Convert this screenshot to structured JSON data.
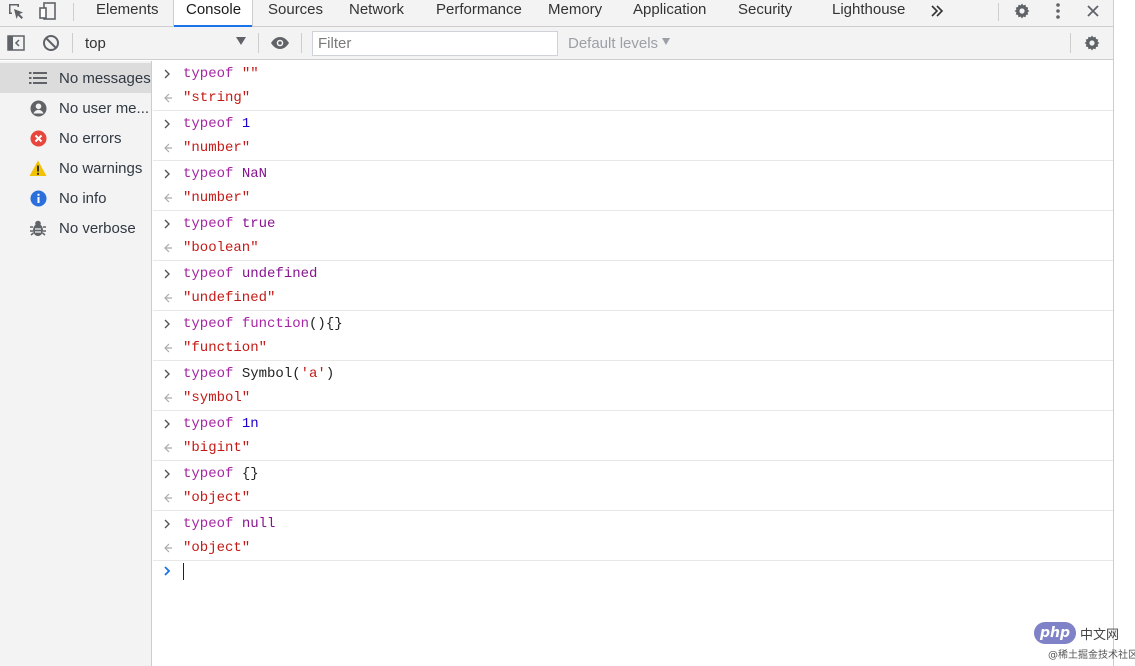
{
  "tabs": {
    "items": [
      {
        "label": "Elements",
        "active": false
      },
      {
        "label": "Console",
        "active": true
      },
      {
        "label": "Sources",
        "active": false
      },
      {
        "label": "Network",
        "active": false
      },
      {
        "label": "Performance",
        "active": false
      },
      {
        "label": "Memory",
        "active": false
      },
      {
        "label": "Application",
        "active": false
      },
      {
        "label": "Security",
        "active": false
      },
      {
        "label": "Lighthouse",
        "active": false
      }
    ],
    "more_icon": "double-chevron-right-icon",
    "settings_icon": "gear-icon",
    "menu_icon": "vertical-ellipsis-icon",
    "close_icon": "close-icon"
  },
  "toolbar": {
    "context": "top",
    "filter_placeholder": "Filter",
    "levels_label": "Default levels"
  },
  "sidebar": {
    "items": [
      {
        "label": "No messages",
        "icon": "list-icon",
        "selected": true
      },
      {
        "label": "No user me...",
        "icon": "user-icon",
        "selected": false
      },
      {
        "label": "No errors",
        "icon": "error-icon",
        "selected": false
      },
      {
        "label": "No warnings",
        "icon": "warning-icon",
        "selected": false
      },
      {
        "label": "No info",
        "icon": "info-icon",
        "selected": false
      },
      {
        "label": "No verbose",
        "icon": "bug-icon",
        "selected": false
      }
    ]
  },
  "console": {
    "entries": [
      {
        "kw": "typeof ",
        "arg": "\"\"",
        "arg_type": "str",
        "result": "\"string\""
      },
      {
        "kw": "typeof ",
        "arg": "1",
        "arg_type": "num",
        "result": "\"number\""
      },
      {
        "kw": "typeof ",
        "arg": "NaN",
        "arg_type": "kwn",
        "result": "\"number\""
      },
      {
        "kw": "typeof ",
        "arg": "true",
        "arg_type": "kwn",
        "result": "\"boolean\""
      },
      {
        "kw": "typeof ",
        "arg": "undefined",
        "arg_type": "kwn",
        "result": "\"undefined\""
      },
      {
        "kw": "typeof ",
        "arg": "function(){}",
        "arg_type": "fn",
        "result": "\"function\""
      },
      {
        "kw": "typeof ",
        "arg": "Symbol('a')",
        "arg_type": "sym",
        "result": "\"symbol\""
      },
      {
        "kw": "typeof ",
        "arg": "1n",
        "arg_type": "num",
        "result": "\"bigint\""
      },
      {
        "kw": "typeof ",
        "arg": "{}",
        "arg_type": "plain",
        "result": "\"object\""
      },
      {
        "kw": "typeof ",
        "arg": "null",
        "arg_type": "kwn",
        "result": "\"object\""
      }
    ]
  },
  "watermark": {
    "brand": "php",
    "cn": "中文网",
    "sub": "@稀土掘金技术社区"
  },
  "colors": {
    "accent": "#1a73e8",
    "error": "#e8453c",
    "warning": "#f2c200",
    "info": "#2a6fdb",
    "keyword": "#a626a4",
    "string": "#c41a16",
    "number": "#1c00cf"
  }
}
